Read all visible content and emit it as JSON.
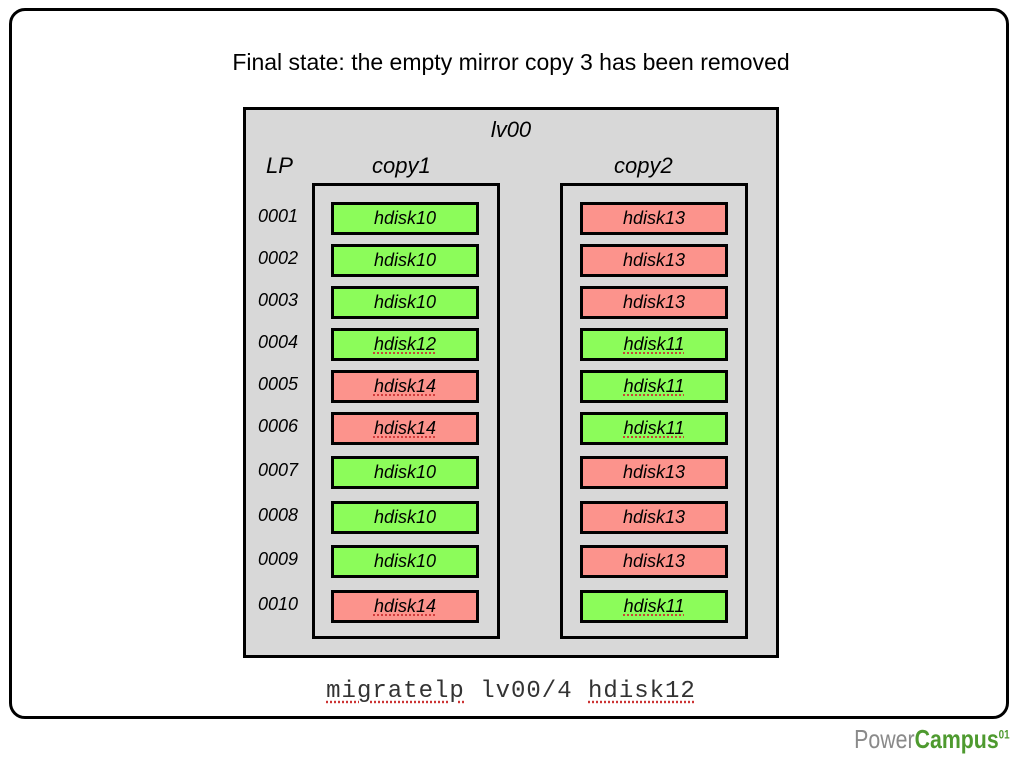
{
  "title": "Final state: the empty mirror copy 3 has been removed",
  "lv_name": "lv00",
  "lp_header": "LP",
  "copies": [
    {
      "name": "copy1",
      "cells": [
        {
          "disk": "hdisk10",
          "state": "green"
        },
        {
          "disk": "hdisk10",
          "state": "green"
        },
        {
          "disk": "hdisk10",
          "state": "green"
        },
        {
          "disk": "hdisk12",
          "state": "green"
        },
        {
          "disk": "hdisk14",
          "state": "red"
        },
        {
          "disk": "hdisk14",
          "state": "red"
        },
        {
          "disk": "hdisk10",
          "state": "green"
        },
        {
          "disk": "hdisk10",
          "state": "green"
        },
        {
          "disk": "hdisk10",
          "state": "green"
        },
        {
          "disk": "hdisk14",
          "state": "red"
        }
      ]
    },
    {
      "name": "copy2",
      "cells": [
        {
          "disk": "hdisk13",
          "state": "red"
        },
        {
          "disk": "hdisk13",
          "state": "red"
        },
        {
          "disk": "hdisk13",
          "state": "red"
        },
        {
          "disk": "hdisk11",
          "state": "green"
        },
        {
          "disk": "hdisk11",
          "state": "green"
        },
        {
          "disk": "hdisk11",
          "state": "green"
        },
        {
          "disk": "hdisk13",
          "state": "red"
        },
        {
          "disk": "hdisk13",
          "state": "red"
        },
        {
          "disk": "hdisk13",
          "state": "red"
        },
        {
          "disk": "hdisk11",
          "state": "green"
        }
      ]
    }
  ],
  "lps": [
    "0001",
    "0002",
    "0003",
    "0004",
    "0005",
    "0006",
    "0007",
    "0008",
    "0009",
    "0010"
  ],
  "colors": {
    "green": "#8cfc5a",
    "red": "#fc938c"
  },
  "command": {
    "cmd": "migratelp",
    "args": "lv00/4",
    "target": "hdisk12"
  },
  "logo": {
    "text1": "Power",
    "text2": "Campus",
    "sup": "01"
  }
}
